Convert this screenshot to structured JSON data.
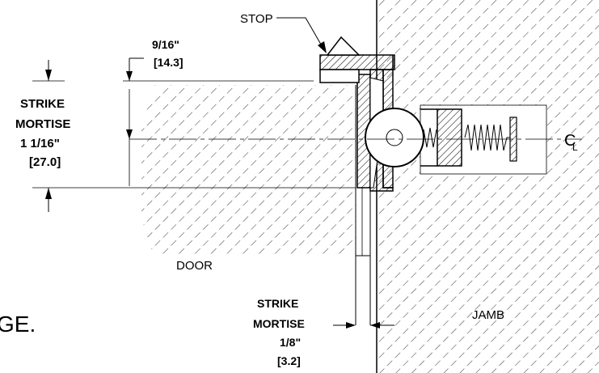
{
  "labels": {
    "stop": "STOP",
    "stop_dim_frac": "9/16\"",
    "stop_dim_mm": "[14.3]",
    "strike_mortise_height": {
      "line1": "STRIKE",
      "line2": "MORTISE",
      "line3": "1 1/16\"",
      "line4": "[27.0]"
    },
    "strike_mortise_depth": {
      "line1": "STRIKE",
      "line2": "MORTISE",
      "line3": "1/8\"",
      "line4": "[3.2]"
    },
    "door": "DOOR",
    "jamb": "JAMB",
    "centerline": "C",
    "centerline_sub": "L",
    "partial_text": "GE."
  }
}
